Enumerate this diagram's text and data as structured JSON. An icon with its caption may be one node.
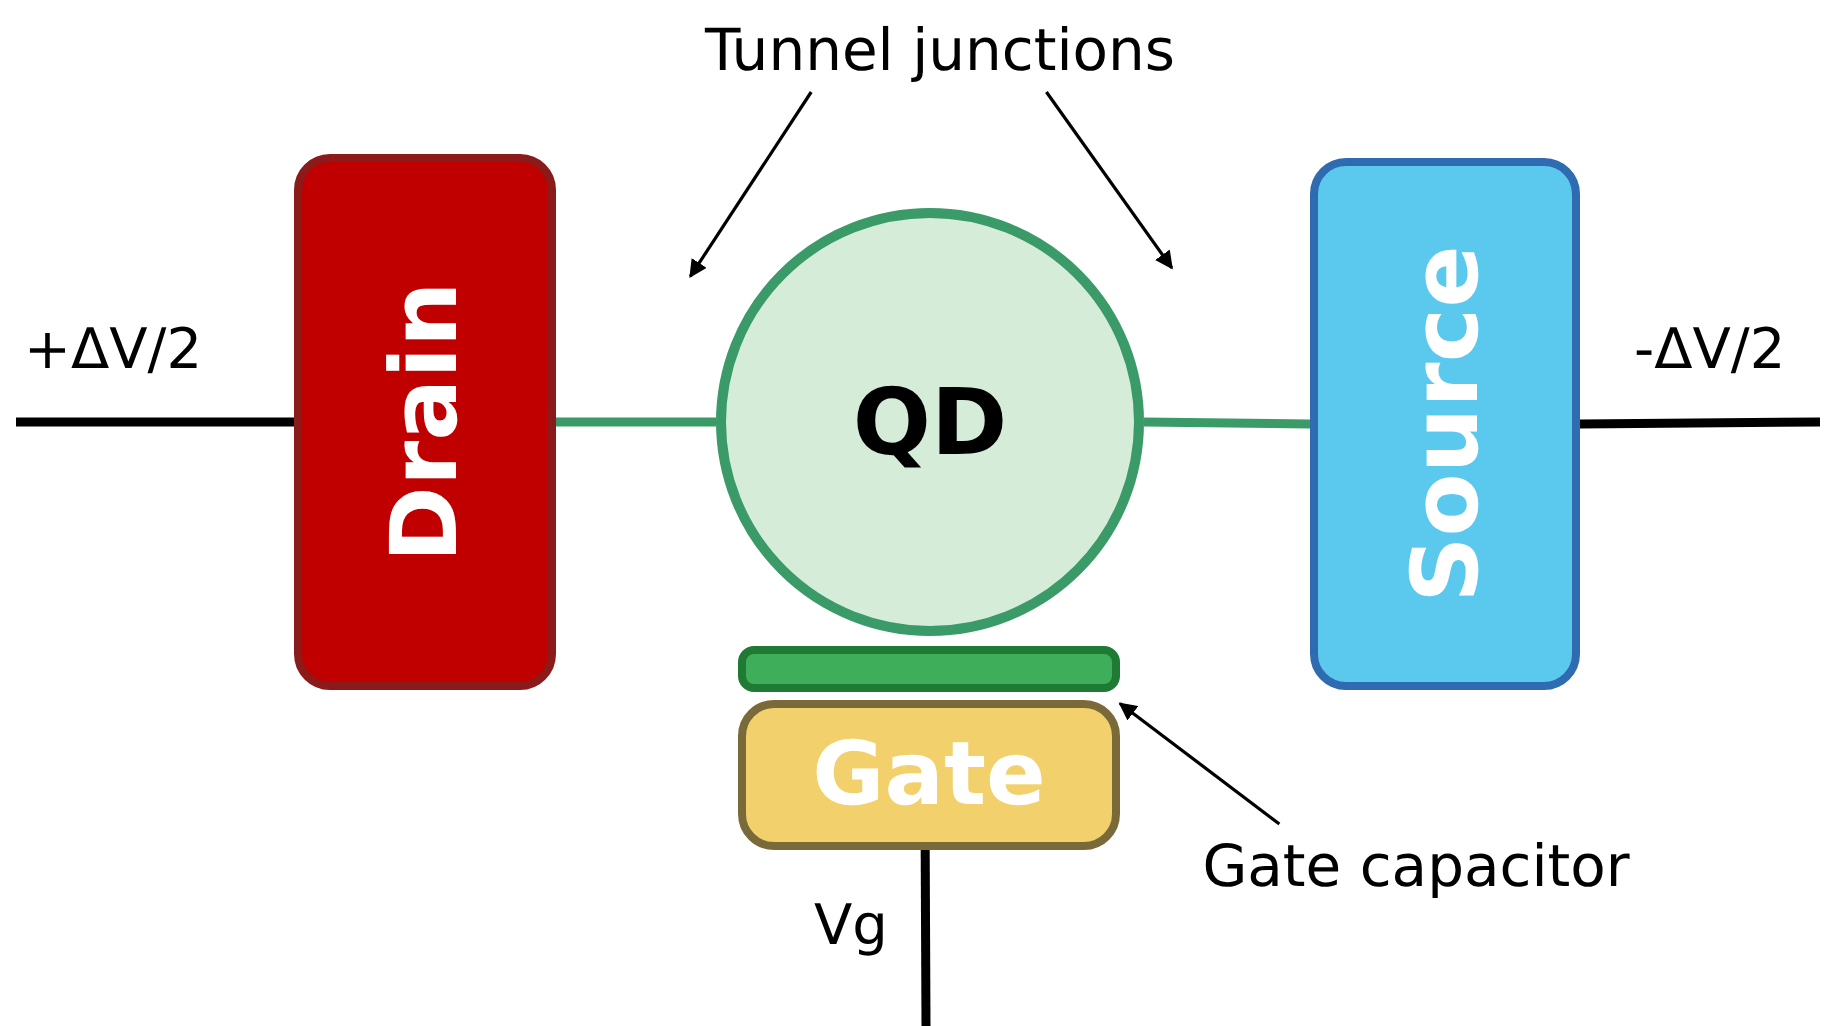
{
  "diagram": {
    "nodes": [
      {
        "text": [
          "Tunnel junctions"
        ]
      },
      {
        "text": [
          "Drain"
        ]
      },
      {
        "text": [
          "QD"
        ]
      },
      {
        "text": [
          "Source"
        ]
      },
      {
        "text": [],
        "shape": "bar"
      },
      {
        "text": [
          "Gate"
        ]
      },
      {
        "text": [
          "Gate capacitor"
        ]
      }
    ],
    "edges": [
      {
        "from": 0,
        "to": 2,
        "arrow": "to"
      },
      {
        "from": 0,
        "to": 2,
        "arrow": "to"
      },
      {
        "from": 1,
        "to": 2,
        "arrow": "none",
        "color": "#3a9a68"
      },
      {
        "from": 2,
        "to": 3,
        "arrow": "none",
        "color": "#3a9a68"
      },
      {
        "from": null,
        "to": 1,
        "arrow": "none",
        "label": "+ΔV/2"
      },
      {
        "from": 3,
        "to": null,
        "arrow": "none",
        "label": "-ΔV/2"
      },
      {
        "from": 6,
        "to": 4,
        "arrow": "to"
      },
      {
        "from": 5,
        "to": null,
        "arrow": "none",
        "label": "Vg"
      }
    ]
  }
}
